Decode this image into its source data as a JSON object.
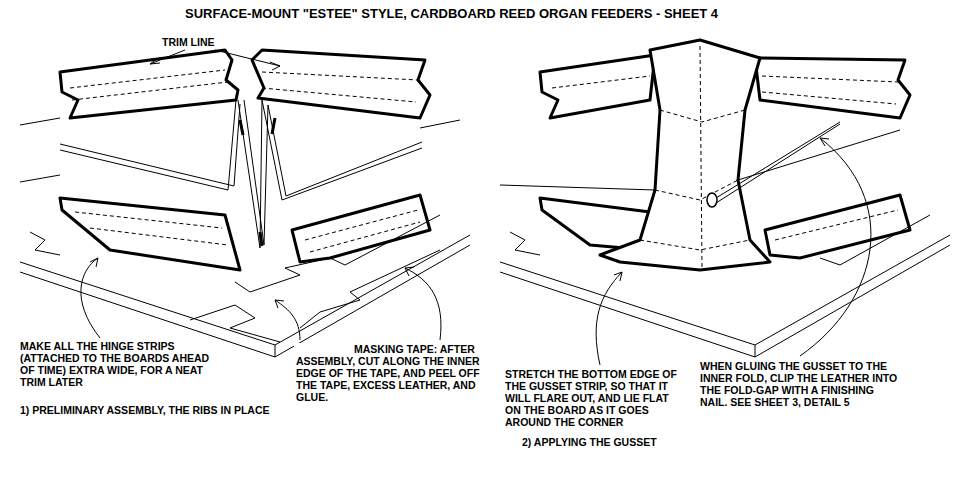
{
  "diagram": {
    "title": "SURFACE-MOUNT \"ESTEE\" STYLE, CARDBOARD REED ORGAN FEEDERS - SHEET 4",
    "labels": [
      "TRIM LINE",
      "MAKE ALL THE HINGE STRIPS (ATTACHED TO THE BOARDS AHEAD OF TIME) EXTRA WIDE, FOR A NEAT TRIM LATER",
      "MASKING TAPE: AFTER ASSEMBLY, CUT ALONG THE INNER EDGE OF THE TAPE, AND PEEL OFF THE TAPE, EXCESS LEATHER, AND GLUE.",
      "1) PRELIMINARY ASSEMBLY, THE RIBS IN PLACE",
      "STRETCH THE BOTTOM EDGE OF THE GUSSET STRIP, SO THAT IT WILL FLARE OUT, AND LIE FLAT ON THE BOARD AS IT GOES AROUND THE CORNER",
      "WHEN GLUING THE GUSSET TO THE INNER FOLD, CLIP THE LEATHER INTO THE FOLD-GAP WITH A FINISHING NAIL. SEE SHEET 3, DETAIL 5",
      "2) APPLYING THE GUSSET"
    ]
  }
}
